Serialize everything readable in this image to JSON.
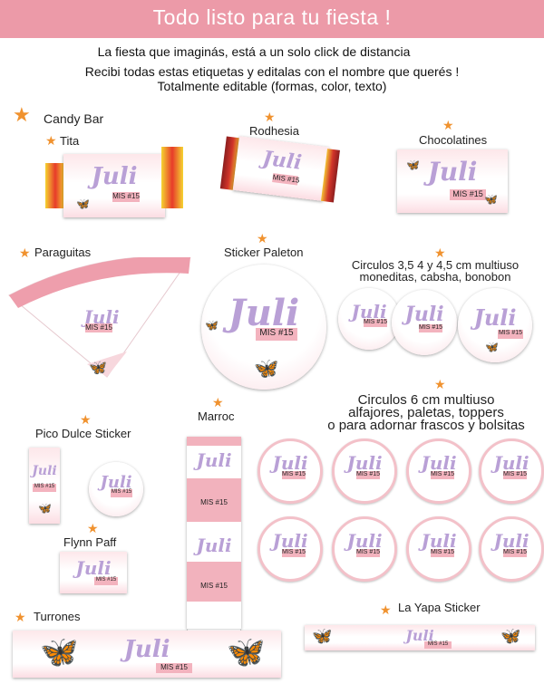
{
  "header": {
    "title": "Todo listo para tu fiesta !",
    "line1": "La fiesta que imaginás, está a un solo click de distancia",
    "line2": "Recibi todas estas etiquetas y editalas con el nombre que querés !",
    "line3": "Totalmente editable (formas, color, texto)"
  },
  "labels": {
    "candy_bar": "Candy Bar",
    "tita": "Tita",
    "rodhesia": "Rodhesia",
    "chocolatines": "Chocolatines",
    "paraguitas": "Paraguitas",
    "sticker_paleton": "Sticker Paleton",
    "circulos_small_1": "Circulos 3,5 4 y 4,5 cm multiuso",
    "circulos_small_2": "moneditas, cabsha, bonobon",
    "circulos_big_1": "Circulos 6 cm multiuso",
    "circulos_big_2": "alfajores, paletas, toppers",
    "circulos_big_3": "o para adornar frascos y bolsitas",
    "marroc": "Marroc",
    "pico_dulce": "Pico Dulce Sticker",
    "flynn_paff": "Flynn Paff",
    "turrones": "Turrones",
    "la_yapa": "La Yapa Sticker"
  },
  "design": {
    "name": "Juli",
    "tag": "MIS #15"
  },
  "colors": {
    "banner": "#ec9aa8",
    "accent_star": "#f0922f",
    "name_lilac": "#b9a0d6",
    "tag_pink": "#f3b3be"
  },
  "icons": {
    "star": "star-icon",
    "butterfly": "butterfly-icon"
  }
}
